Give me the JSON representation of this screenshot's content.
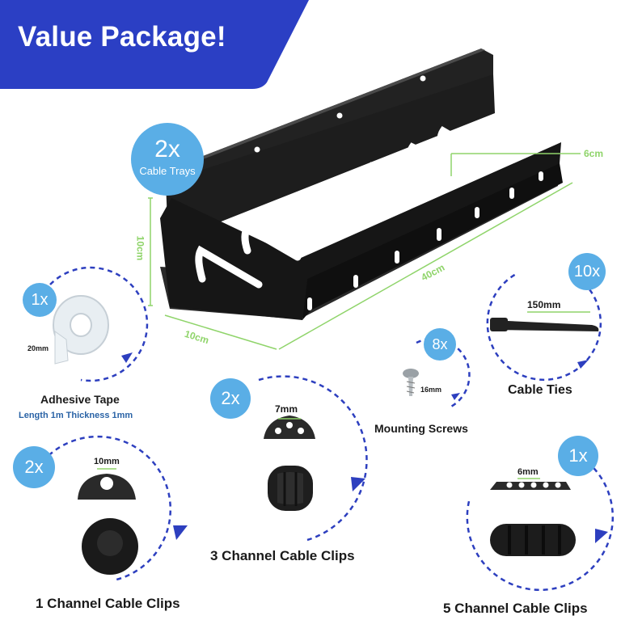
{
  "banner": {
    "title": "Value Package!",
    "color": "#2b3fc4"
  },
  "accent_color": "#5aaee6",
  "dimension_color": "#8fd46a",
  "tray": {
    "badge_count": "2x",
    "badge_label": "Cable Trays",
    "height_label": "10cm",
    "width_label": "10cm",
    "length_label": "40cm",
    "depth_label": "6cm"
  },
  "adhesive_tape": {
    "badge": "1x",
    "size_label": "20mm",
    "name": "Adhesive Tape",
    "spec": "Length 1m Thickness 1mm"
  },
  "cable_ties": {
    "badge": "10x",
    "size_label": "150mm",
    "name": "Cable Ties"
  },
  "mounting_screws": {
    "badge": "8x",
    "size_label": "16mm",
    "name": "Mounting Screws"
  },
  "clips_3": {
    "badge": "2x",
    "size_label": "7mm",
    "name": "3 Channel Cable Clips"
  },
  "clips_1": {
    "badge": "2x",
    "size_label": "10mm",
    "name": "1 Channel Cable Clips"
  },
  "clips_5": {
    "badge": "1x",
    "size_label": "6mm",
    "name": "5 Channel Cable Clips"
  }
}
